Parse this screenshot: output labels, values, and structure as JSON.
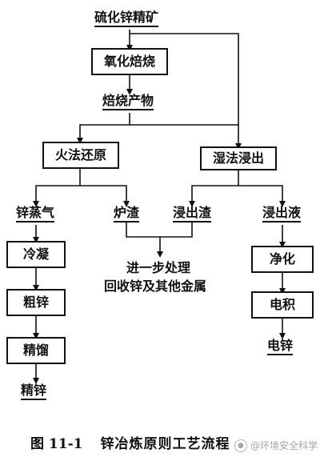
{
  "nodes": {
    "zinc_sulfide_concentrate": "硫化锌精矿",
    "oxidizing_roast": "氧化焙烧",
    "calcine": "焙烧产物",
    "pyro_reduction": "火法还原",
    "hydro_leaching": "湿法浸出",
    "zinc_vapor": "锌蒸气",
    "furnace_slag": "炉渣",
    "leach_residue": "浸出渣",
    "leach_solution": "浸出液",
    "condensation": "冷凝",
    "crude_zinc": "粗锌",
    "rectification": "精馏",
    "refined_zinc": "精锌",
    "purification": "净化",
    "electrowinning": "电积",
    "electrolytic_zinc": "电锌",
    "further_treatment_line1": "进一步处理",
    "further_treatment_line2": "回收锌及其他金属"
  },
  "caption": {
    "figure_number": "图 11-1",
    "title": "锌冶炼原则工艺流程"
  },
  "watermark": {
    "text": "@环境安全科学",
    "icon": "account-icon"
  }
}
